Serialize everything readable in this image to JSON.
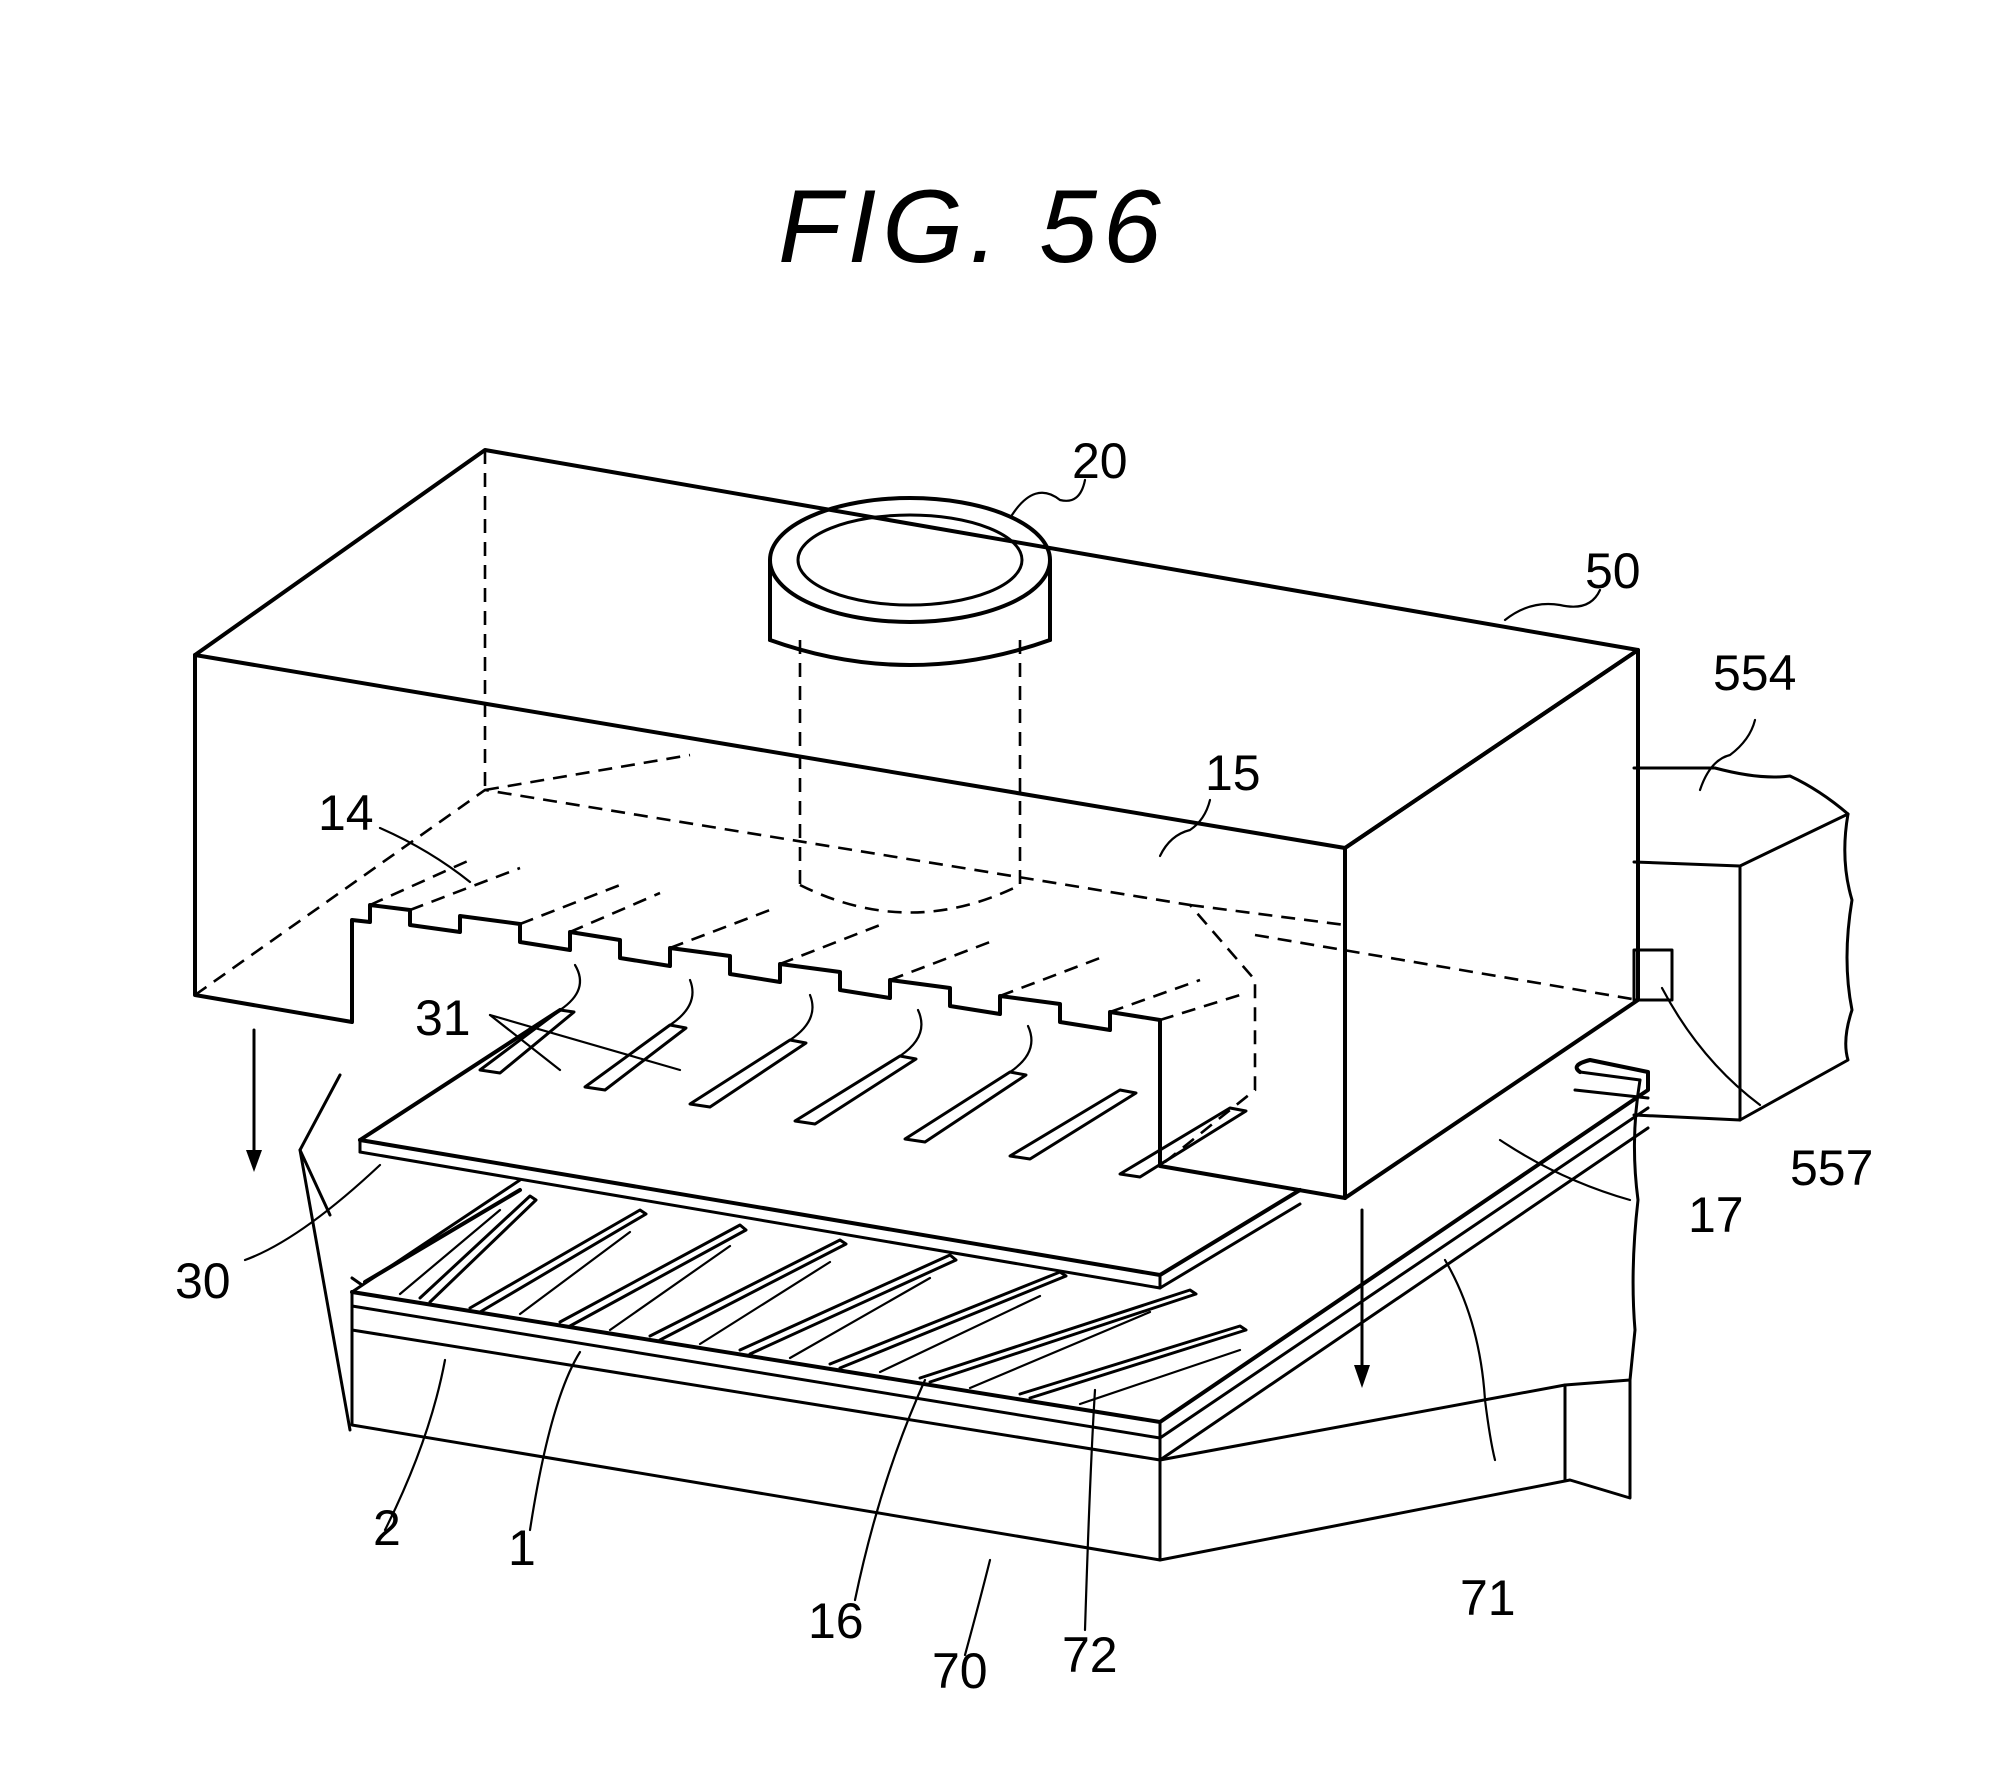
{
  "figure": {
    "title": "FIG. 56",
    "labels": {
      "l20": "20",
      "l50": "50",
      "l554": "554",
      "l15": "15",
      "l14": "14",
      "l31": "31",
      "l557": "557",
      "l17": "17",
      "l30": "30",
      "l71": "71",
      "l2": "2",
      "l1": "1",
      "l16": "16",
      "l70": "70",
      "l72": "72"
    }
  }
}
